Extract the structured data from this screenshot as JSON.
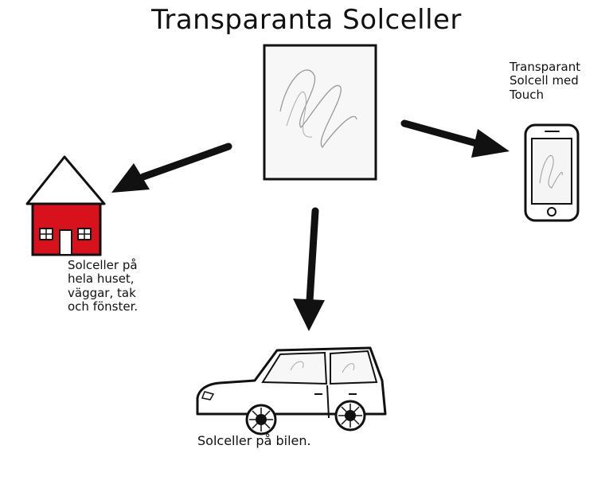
{
  "title": "Transparanta Solceller",
  "phone_label": {
    "lines": [
      "Transparant",
      "Solcell med",
      "Touch"
    ]
  },
  "house_label": {
    "lines": [
      "Solceller på",
      "hela huset,",
      "väggar, tak",
      "och fönster."
    ]
  },
  "car_label": "Solceller på bilen.",
  "colors": {
    "ink": "#111111",
    "house_red": "#d7121c",
    "paper": "#ffffff",
    "panel_fill": "#f7f7f7"
  },
  "icons": [
    "solar-panel-icon",
    "house-icon",
    "phone-icon",
    "car-icon",
    "arrow-icon"
  ]
}
